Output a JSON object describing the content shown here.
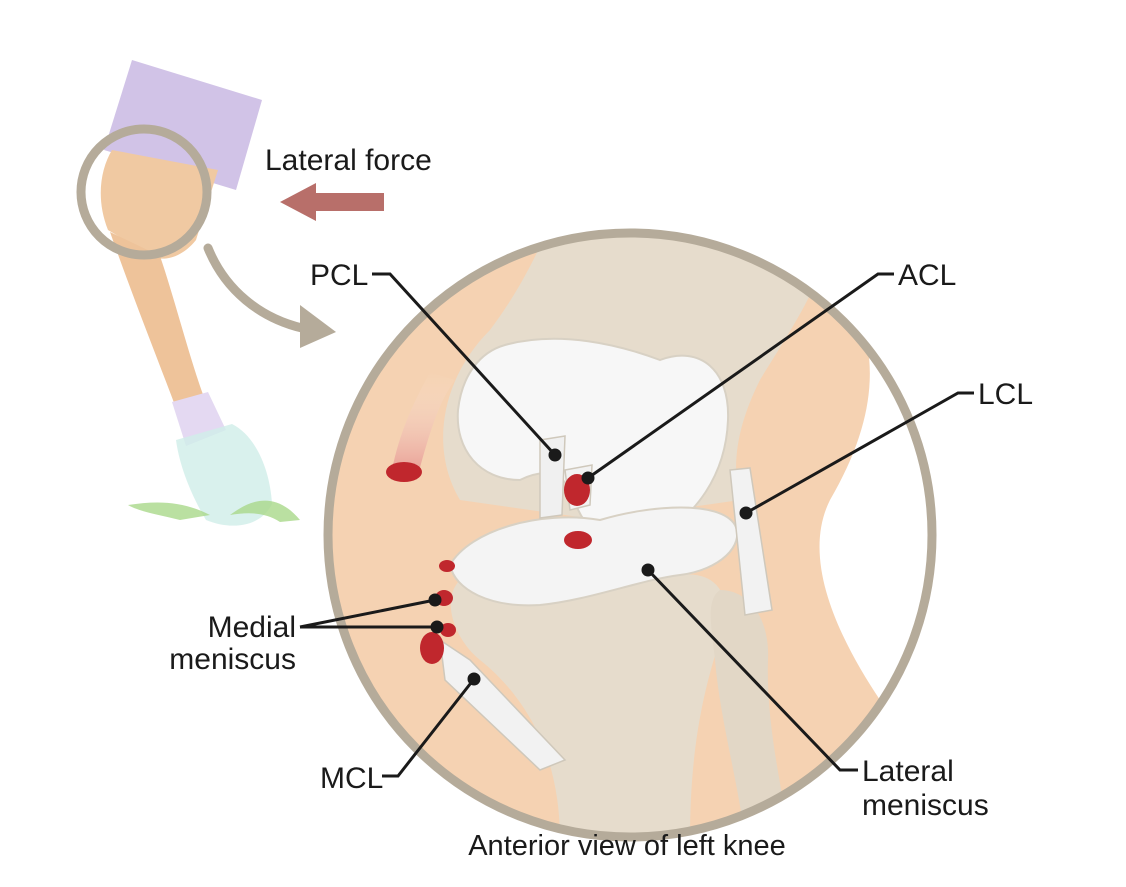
{
  "labels": {
    "lateral_force": "Lateral force",
    "pcl": "PCL",
    "acl": "ACL",
    "lcl": "LCL",
    "medial_meniscus_line1": "Medial",
    "medial_meniscus_line2": "meniscus",
    "mcl": "MCL",
    "lateral_meniscus_line1": "Lateral",
    "lateral_meniscus_line2": "meniscus"
  },
  "caption": "Anterior view of left knee",
  "colors": {
    "arrow": "#b86f6a",
    "ring": "#b5ab9a",
    "skin": "#f5d2b2",
    "bone": "#e6dccc",
    "cartilage": "#f4f4f4",
    "shorts": "#cfc0e6",
    "tear": "#c0272d"
  }
}
